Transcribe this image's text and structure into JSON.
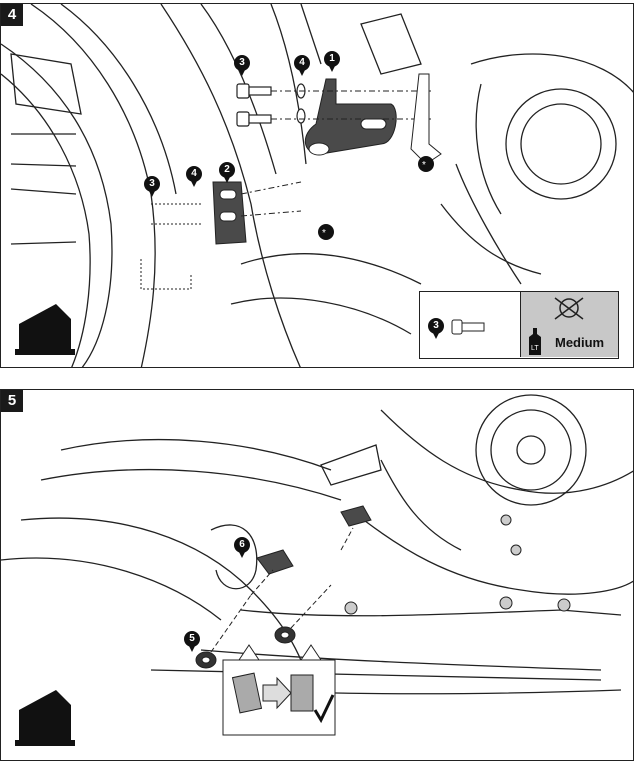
{
  "step4": {
    "number": "4",
    "callouts": [
      "3",
      "4",
      "1",
      "3",
      "4",
      "2"
    ],
    "info": {
      "callout": "3",
      "threadlock_label": "Medium",
      "loctite_abbr": "LT"
    }
  },
  "step5": {
    "number": "5",
    "callouts": [
      "6",
      "5"
    ]
  },
  "colors": {
    "line": "#222222",
    "part": "#4a4a4a",
    "infobox_gray": "#c8c8c8"
  }
}
